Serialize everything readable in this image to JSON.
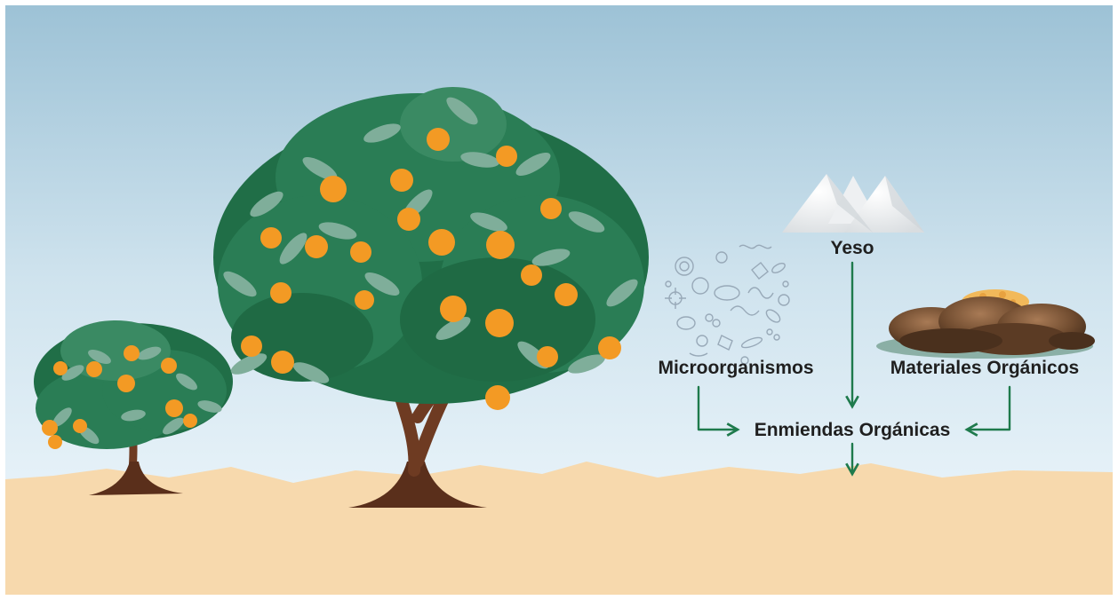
{
  "labels": {
    "yeso": "Yeso",
    "microorganismos": "Microorganismos",
    "materiales": "Materiales Orgánicos",
    "enmiendas": "Enmiendas Orgánicas"
  },
  "colors": {
    "sky_top": "#9dc2d6",
    "sky_bottom": "#e8f3f9",
    "ground": "#f7d9ad",
    "arrow": "#1e7a4c",
    "leaf_dark": "#206e47",
    "leaf_light": "#7fae9a",
    "orange": "#f39a24",
    "trunk": "#6e3b22"
  }
}
